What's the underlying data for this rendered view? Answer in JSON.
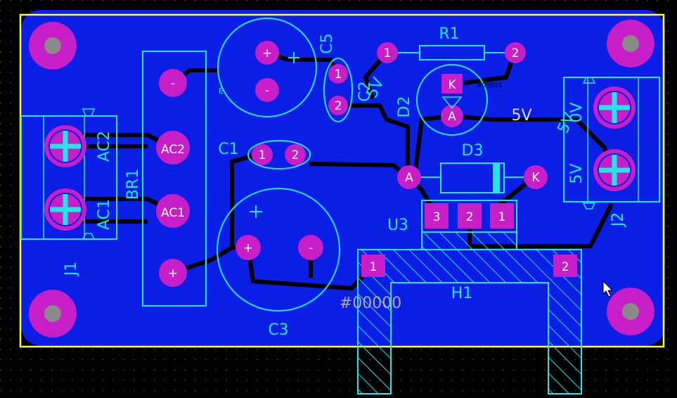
{
  "board": {
    "background_color": "#000000",
    "copper_color": "#0a1ee6",
    "silkscreen_color": "#22e6e6",
    "pad_color": "#c81ec8",
    "outline_color": "#ffff30"
  },
  "designators": {
    "j1": "J1",
    "j2": "J2",
    "br1": "BR1",
    "c1": "C1",
    "c2": "C2",
    "c3": "C3",
    "c5": "C5",
    "r1": "R1",
    "d2": "D2",
    "d3": "D3",
    "u3": "U3",
    "h1": "H1"
  },
  "pad_labels": {
    "ac1": "AC1",
    "ac2": "AC2",
    "minus": "-",
    "plus": "+",
    "one": "1",
    "two": "2",
    "three": "3",
    "anode": "A",
    "cathode": "K"
  },
  "net_labels": {
    "five_v": "5V",
    "zero_v": "0V",
    "net_code_small": "#00003",
    "net_code_large": "#00000",
    "e_mark": "E"
  }
}
